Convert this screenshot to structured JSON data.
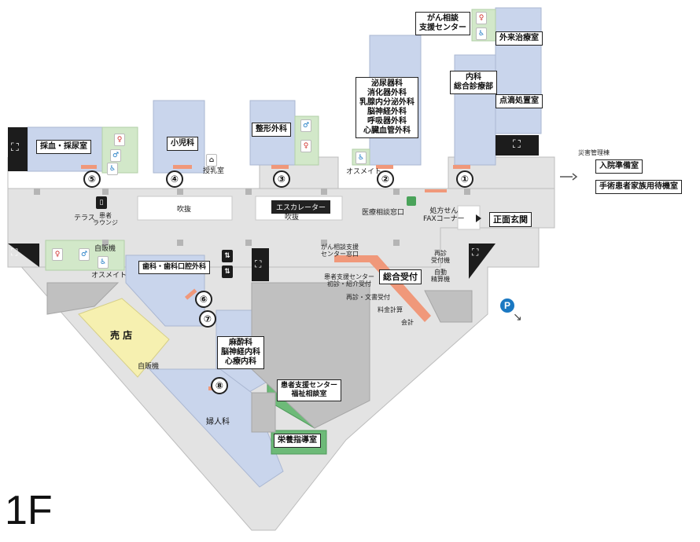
{
  "floor_label": "1F",
  "rooms": {
    "blood_collection": "採血・採尿室",
    "pediatrics": "小児科",
    "nursing_room": "授乳室",
    "orthopedics": "整形外科",
    "urology_group": "泌尿器科\n消化器外科\n乳腺内分泌外科\n脳神経外科\n呼吸器外科\n心臓血管外科",
    "cancer_support": "がん相談\n支援センター",
    "outpatient_chemo": "外来治療室",
    "internal_medicine": "内科\n総合診療部",
    "iv_room": "点滴処置室",
    "atrium_left": "吹抜",
    "atrium_right": "吹抜",
    "escalator": "エスカレーター",
    "medical_consult": "医療相談窓口",
    "prescription_fax": "処方せん\nFAXコーナー",
    "main_entrance": "正面玄関",
    "dental": "歯科・歯科口腔外科",
    "store": "売 店",
    "vending_store": "自販機",
    "anesthesia_group": "麻酔科\n脳神経内科\n心療内科",
    "patient_support_center": "患者支援センター\n福祉相談室",
    "nutrition": "栄養指導室",
    "gynecology": "婦人科",
    "general_reception": "総合受付",
    "cancer_support_window": "がん相談支援\nセンター窓口",
    "patient_support_first": "患者支援センター\n初診・紹介受付",
    "revisit_docs": "再診・文書受付",
    "fee_calc": "料金計算",
    "cashier": "会計",
    "revisit_reception": "再診\n受付機",
    "auto_payment": "自動\n精算機",
    "terrace": "テラス",
    "patient_lounge": "患者\nラウンジ",
    "vending_left": "自販機",
    "osumeito_left": "オスメイト",
    "osumeito_right": "オスメイト",
    "disaster_bldg": "災害管理棟",
    "admission_prep": "入院準備室",
    "surgery_family_wait": "手術患者家族用待機室"
  },
  "waypoints": [
    "①",
    "②",
    "③",
    "④",
    "⑤",
    "⑥",
    "⑦",
    "⑧"
  ],
  "icons": {
    "stairs": "stairs-icon",
    "restroom_male": "♂",
    "restroom_female": "♀",
    "accessible": "♿",
    "parking": "P",
    "phone": "☎",
    "elevator": "elevator-icon"
  },
  "colors": {
    "corridor": "#e2e2e2",
    "dept_blue": "#c9d5ec",
    "toilet_green": "#cfe5c6",
    "service_green": "#6dba78",
    "store_yellow": "#f6f0b0",
    "dark_gray": "#bdbdbd",
    "accent_orange": "#f0987a",
    "stairs_black": "#1c1c1c"
  }
}
